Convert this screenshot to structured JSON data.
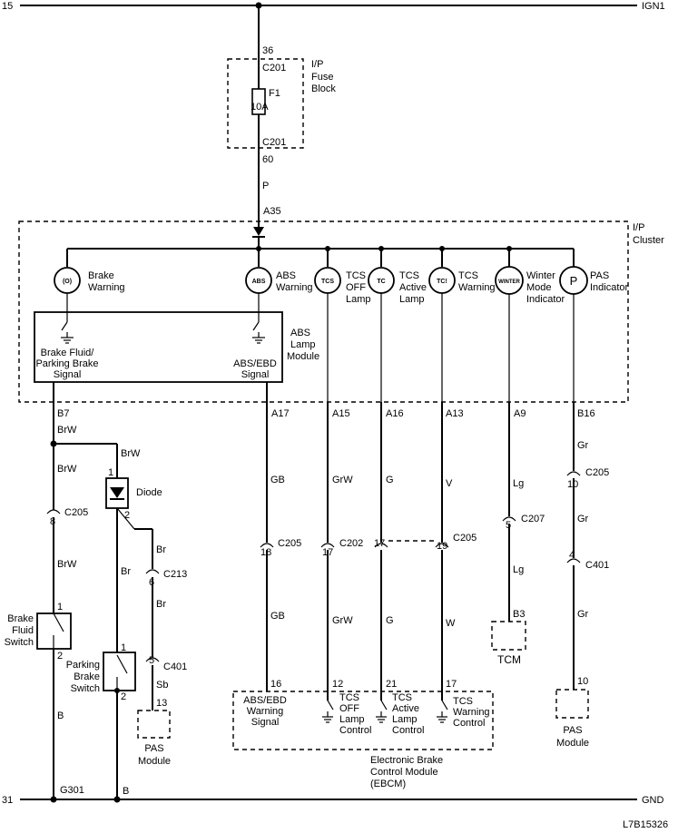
{
  "rails": {
    "top_number": "15",
    "top_label": "IGN1",
    "bottom_number": "31",
    "bottom_label": "GND",
    "figure_id": "L7B15326"
  },
  "fuse_block": {
    "pin_top": "36",
    "conn_top": "C201",
    "fuse_name": "F1",
    "fuse_rating": "10A",
    "conn_bottom": "C201",
    "pin_bottom": "60",
    "wire_color": "P",
    "label": [
      "I/P",
      "Fuse",
      "Block"
    ]
  },
  "cluster": {
    "label": [
      "I/P",
      "Cluster"
    ],
    "input_pin": "A35",
    "lamps": [
      {
        "icon": "(O)",
        "lines": [
          "Brake",
          "Warning"
        ]
      },
      {
        "icon": "ABS",
        "lines": [
          "ABS",
          "Warning"
        ]
      },
      {
        "icon": "TCS",
        "lines": [
          "TCS",
          "OFF",
          "Lamp"
        ]
      },
      {
        "icon": "TC",
        "lines": [
          "TCS",
          "Active",
          "Lamp"
        ]
      },
      {
        "icon": "TC!",
        "lines": [
          "TCS",
          "Warning"
        ]
      },
      {
        "icon": "WINTER",
        "lines": [
          "Winter",
          "Mode",
          "Indicator"
        ]
      },
      {
        "icon": "P",
        "lines": [
          "PAS",
          "Indicator"
        ]
      }
    ],
    "abs_module_label": [
      "ABS",
      "Lamp",
      "Module"
    ],
    "brake_fluid_signal": [
      "Brake Fluid/",
      "Parking Brake",
      "Signal"
    ],
    "abs_ebd_signal": [
      "ABS/EBD",
      "Signal"
    ]
  },
  "left_circuit": {
    "pin": "B7",
    "wire1": "BrW",
    "wire2": "BrW",
    "wire3": "BrW",
    "c205_pin": "8",
    "c205": "C205",
    "wire4": "BrW",
    "switch_pins": [
      "1",
      "2"
    ],
    "switch_label": [
      "Brake",
      "Fluid",
      "Switch"
    ],
    "wire5": "B",
    "ground": "G301"
  },
  "diode_circuit": {
    "pin1": "1",
    "label": "Diode",
    "pin2": "2",
    "wire_br1": "Br",
    "c213_pin": "6",
    "c213": "C213",
    "wire_br2": "Br",
    "wire_br3": "Br",
    "c401_pin": "5",
    "c401": "C401",
    "wire_sb": "Sb",
    "pas_pin": "13",
    "pas_label": [
      "PAS",
      "Module"
    ],
    "park_switch_pins": [
      "1",
      "2"
    ],
    "park_switch_label": [
      "Parking",
      "Brake",
      "Switch"
    ],
    "ground_wire": "B"
  },
  "mid_circuits": {
    "a17": {
      "pin": "A17",
      "wire1": "GB",
      "conn_pin": "18",
      "conn": "C205",
      "wire2": "GB",
      "ebcm_pin": "16"
    },
    "a15": {
      "pin": "A15",
      "wire1": "GrW",
      "conn_pin": "17",
      "conn": "C202",
      "wire2": "GrW",
      "ebcm_pin": "12"
    },
    "a16": {
      "pin": "A16",
      "wire1": "G",
      "conn_pin": "17",
      "wire2": "G",
      "ebcm_pin": "21"
    },
    "a13": {
      "pin": "A13",
      "wire1": "V",
      "conn_pin": "19",
      "conn": "C205",
      "wire2": "W",
      "ebcm_pin": "17"
    }
  },
  "ebcm": {
    "abs_ebd": [
      "ABS/EBD",
      "Warning",
      "Signal"
    ],
    "tcs_off": [
      "TCS",
      "OFF",
      "Lamp",
      "Control"
    ],
    "tcs_active": [
      "TCS",
      "Active",
      "Lamp",
      "Control"
    ],
    "tcs_warning": [
      "TCS",
      "Warning",
      "Control"
    ],
    "label": [
      "Electronic Brake",
      "Control Module",
      "(EBCM)"
    ]
  },
  "right_circuits": {
    "a9": {
      "pin": "A9",
      "wire1": "Lg",
      "conn_pin": "5",
      "conn": "C207",
      "wire2": "Lg",
      "tcm_pin": "B3",
      "tcm_label": "TCM"
    },
    "b16": {
      "pin": "B16",
      "wire1": "Gr",
      "conn1_pin": "10",
      "conn1": "C205",
      "wire2": "Gr",
      "conn2_pin": "4",
      "conn2": "C401",
      "wire3": "Gr",
      "pas_pin": "10",
      "pas_label": [
        "PAS",
        "Module"
      ]
    }
  }
}
